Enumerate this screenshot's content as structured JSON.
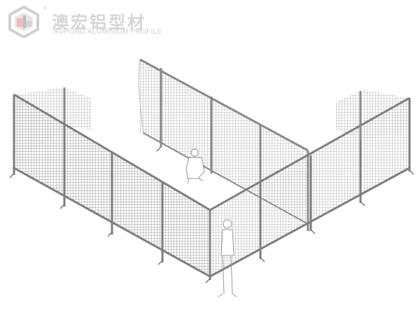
{
  "logo": {
    "title": "澳宏铝型材",
    "subtitle": "AOHONG ALUMINIUM PROFILE",
    "registered": "®",
    "icon": "hexagon-logo-icon",
    "accent_color": "#f2b8c0",
    "gray_color": "#cfcfcf"
  },
  "illustration": {
    "subject": "aluminium profile mesh safety fence, L-shaped isometric layout",
    "figures": [
      "crouching-worker",
      "standing-worker"
    ],
    "frame_color": "#8a8a8a",
    "mesh_color": "#9a9a9a"
  }
}
